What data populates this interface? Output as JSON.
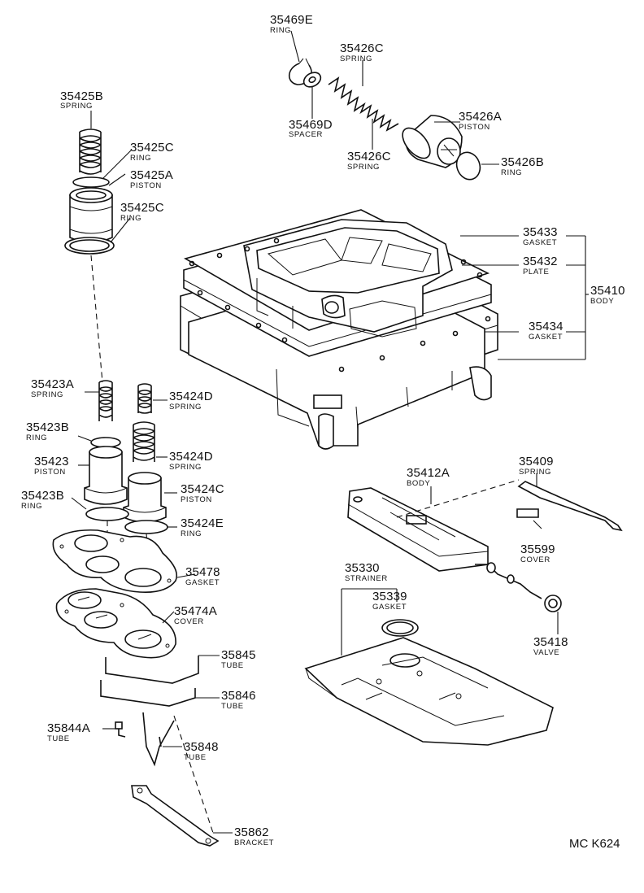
{
  "diagram_code": "MC K624",
  "callouts": [
    {
      "id": "c35469E",
      "number": "35469E",
      "name": "RING"
    },
    {
      "id": "c35426C_a",
      "number": "35426C",
      "name": "SPRING"
    },
    {
      "id": "c35469D",
      "number": "35469D",
      "name": "SPACER"
    },
    {
      "id": "c35426A",
      "number": "35426A",
      "name": "PISTON"
    },
    {
      "id": "c35426C_b",
      "number": "35426C",
      "name": "SPRING"
    },
    {
      "id": "c35426B",
      "number": "35426B",
      "name": "RING"
    },
    {
      "id": "c35425B",
      "number": "35425B",
      "name": "SPRING"
    },
    {
      "id": "c35425C_a",
      "number": "35425C",
      "name": "RING"
    },
    {
      "id": "c35425A",
      "number": "35425A",
      "name": "PISTON"
    },
    {
      "id": "c35425C_b",
      "number": "35425C",
      "name": "RING"
    },
    {
      "id": "c35433",
      "number": "35433",
      "name": "GASKET"
    },
    {
      "id": "c35432",
      "number": "35432",
      "name": "PLATE"
    },
    {
      "id": "c35410",
      "number": "35410",
      "name": "BODY"
    },
    {
      "id": "c35434",
      "number": "35434",
      "name": "GASKET"
    },
    {
      "id": "c35423A",
      "number": "35423A",
      "name": "SPRING"
    },
    {
      "id": "c35424D_a",
      "number": "35424D",
      "name": "SPRING"
    },
    {
      "id": "c35423B_a",
      "number": "35423B",
      "name": "RING"
    },
    {
      "id": "c35424D_b",
      "number": "35424D",
      "name": "SPRING"
    },
    {
      "id": "c35423",
      "number": "35423",
      "name": "PISTON"
    },
    {
      "id": "c35424C",
      "number": "35424C",
      "name": "PISTON"
    },
    {
      "id": "c35423B_b",
      "number": "35423B",
      "name": "RING"
    },
    {
      "id": "c35424E",
      "number": "35424E",
      "name": "RING"
    },
    {
      "id": "c35478",
      "number": "35478",
      "name": "GASKET"
    },
    {
      "id": "c35474A",
      "number": "35474A",
      "name": "COVER"
    },
    {
      "id": "c35845",
      "number": "35845",
      "name": "TUBE"
    },
    {
      "id": "c35846",
      "number": "35846",
      "name": "TUBE"
    },
    {
      "id": "c35844A",
      "number": "35844A",
      "name": "TUBE"
    },
    {
      "id": "c35848",
      "number": "35848",
      "name": "TUBE"
    },
    {
      "id": "c35862",
      "number": "35862",
      "name": "BRACKET"
    },
    {
      "id": "c35412A",
      "number": "35412A",
      "name": "BODY"
    },
    {
      "id": "c35409",
      "number": "35409",
      "name": "SPRING"
    },
    {
      "id": "c35599",
      "number": "35599",
      "name": "COVER"
    },
    {
      "id": "c35330",
      "number": "35330",
      "name": "STRAINER"
    },
    {
      "id": "c35339",
      "number": "35339",
      "name": "GASKET"
    },
    {
      "id": "c35418",
      "number": "35418",
      "name": "VALVE"
    }
  ]
}
